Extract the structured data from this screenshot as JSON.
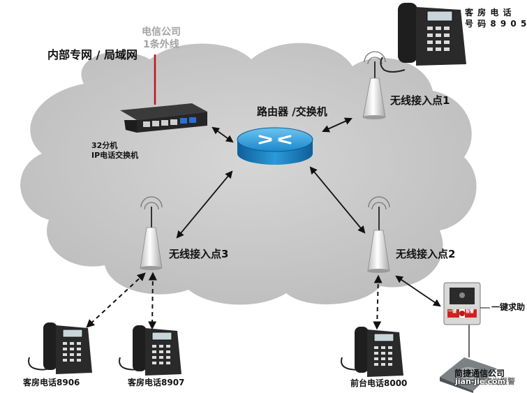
{
  "labels": {
    "intranet": "内部专网 / 局域网",
    "telecom_line1": "电信公司",
    "telecom_line2": "1条外线",
    "pbx_line1": "32分机",
    "pbx_line2": "IP电话交换机",
    "router": "路由器 /交换机",
    "ap1": "无线接入点1",
    "ap2": "无线接入点2",
    "ap3": "无线接入点3",
    "room_phone_top_line1": "客 房 电 话",
    "room_phone_top_line2": "号 码 8 9 0 5",
    "phone_8906": "客房电话8906",
    "phone_8907": "客房电话8907",
    "phone_8000": "前台电话8000",
    "help_button": "一键求助",
    "help_red_left": "一键",
    "help_red_right": "报警",
    "alarm": "声光报警"
  },
  "watermark": {
    "company": "简捷通信公司",
    "url": "jian-jie.com"
  },
  "colors": {
    "cloud": "#c9c9c9",
    "telecom_line": "#c0121a",
    "router_blue": "#1d8fd0",
    "arrow": "#111111"
  }
}
